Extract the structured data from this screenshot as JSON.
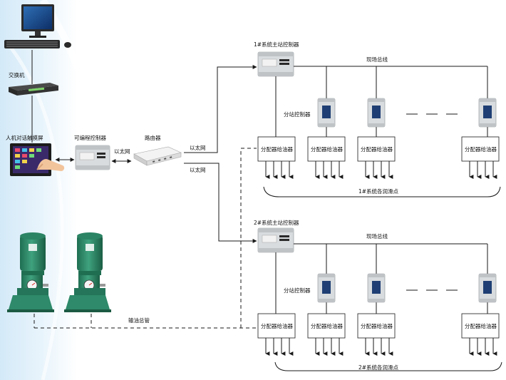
{
  "labels": {
    "switch": "交换机",
    "hmi": "人机对话触摸屏",
    "plc": "可编程控制器",
    "router": "路由器",
    "ethernet": "以太网",
    "main_pipe": "输油总管",
    "field_bus": "现场总线",
    "sub_controller": "分站控制器",
    "distributor": "分配器给油器",
    "system1_master": "1#系统主站控制器",
    "system2_master": "2#系统主站控制器",
    "system1_points": "1#系统各润滑点",
    "system2_points": "2#系统各润滑点"
  },
  "colors": {
    "line": "#1a1a1a",
    "pump_green": "#2e8a6a",
    "panel_blue": "#1f3f74",
    "sky_blue": "#d8ecf8"
  }
}
